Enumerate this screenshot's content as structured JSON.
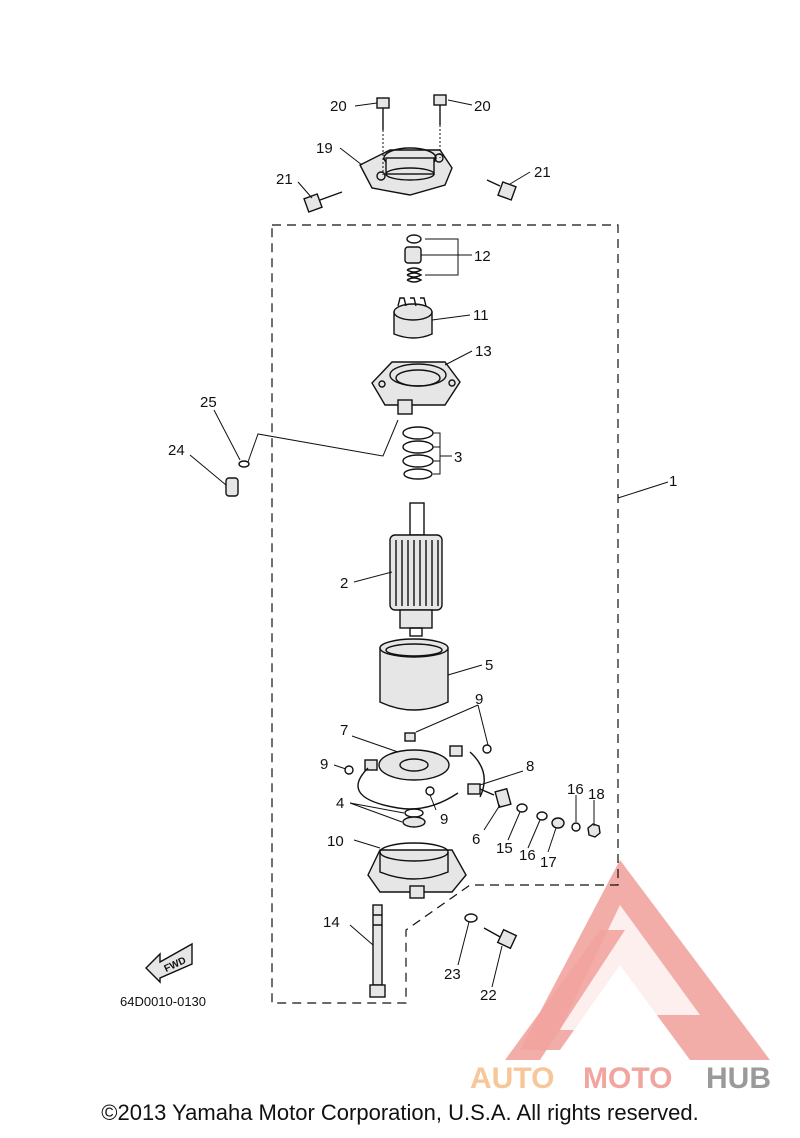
{
  "diagram": {
    "figure_code": "64D0010-0130",
    "fwd_label": "FWD",
    "callouts": [
      {
        "id": "c20a",
        "label": "20"
      },
      {
        "id": "c20b",
        "label": "20"
      },
      {
        "id": "c19",
        "label": "19"
      },
      {
        "id": "c21a",
        "label": "21"
      },
      {
        "id": "c21b",
        "label": "21"
      },
      {
        "id": "c12",
        "label": "12"
      },
      {
        "id": "c11",
        "label": "11"
      },
      {
        "id": "c13",
        "label": "13"
      },
      {
        "id": "c25",
        "label": "25"
      },
      {
        "id": "c24",
        "label": "24"
      },
      {
        "id": "c3",
        "label": "3"
      },
      {
        "id": "c1",
        "label": "1"
      },
      {
        "id": "c2",
        "label": "2"
      },
      {
        "id": "c5",
        "label": "5"
      },
      {
        "id": "c9a",
        "label": "9"
      },
      {
        "id": "c7",
        "label": "7"
      },
      {
        "id": "c9b",
        "label": "9"
      },
      {
        "id": "c8",
        "label": "8"
      },
      {
        "id": "c4",
        "label": "4"
      },
      {
        "id": "c9c",
        "label": "9"
      },
      {
        "id": "c16a",
        "label": "16"
      },
      {
        "id": "c18",
        "label": "18"
      },
      {
        "id": "c6",
        "label": "6"
      },
      {
        "id": "c15",
        "label": "15"
      },
      {
        "id": "c16b",
        "label": "16"
      },
      {
        "id": "c17",
        "label": "17"
      },
      {
        "id": "c10",
        "label": "10"
      },
      {
        "id": "c14",
        "label": "14"
      },
      {
        "id": "c23",
        "label": "23"
      },
      {
        "id": "c22",
        "label": "22"
      }
    ]
  },
  "watermark": {
    "text_auto": "AUTO",
    "text_moto": "MOTO",
    "text_hub": "HUB",
    "color_red": "#f2a49e",
    "color_orange": "#f7c79a",
    "color_gray": "#9a9a9a"
  },
  "footer": {
    "copyright": "©2013 Yamaha Motor Corporation, U.S.A. All rights reserved."
  }
}
